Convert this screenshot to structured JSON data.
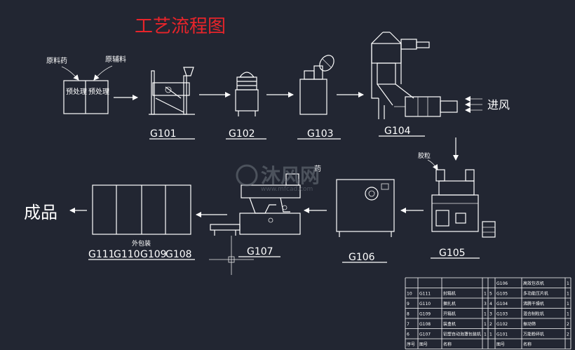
{
  "title": "工艺流程图",
  "colors": {
    "background": "#222632",
    "line": "#ffffff",
    "title": "#e8242a",
    "watermark": "#6f7680"
  },
  "inputs": {
    "raw_material_a": "原料药",
    "raw_material_b": "原辅料"
  },
  "pretreat": {
    "left": "预处理",
    "right": "预处理"
  },
  "equipment": {
    "g101": "G101",
    "g102": "G102",
    "g103": "G103",
    "g104": "G104",
    "g105": "G105",
    "g106": "G106",
    "g107": "G107",
    "g108": "G108",
    "g109": "G109",
    "g110": "G110",
    "g111": "G111"
  },
  "air_inlet": "进风",
  "g105_note": "胶粒",
  "g107_note": "药",
  "outer_pack_label": "外包装",
  "product": "成品",
  "watermark": {
    "main": "沐风网",
    "url": "www.mfcad.com"
  },
  "table": {
    "rows": [
      {
        "no": "",
        "code": "",
        "name": "",
        "qty": "",
        "no2": "",
        "code2": "G106",
        "name2": "高效包衣机",
        "qty2": "1"
      },
      {
        "no": "10",
        "code": "G111",
        "name": "封箱机",
        "qty": "1",
        "no2": "5",
        "code2": "G105",
        "name2": "多功能压片机",
        "qty2": "1"
      },
      {
        "no": "9",
        "code": "G110",
        "name": "捆扎机",
        "qty": "3",
        "no2": "4",
        "code2": "G104",
        "name2": "沸腾干燥机",
        "qty2": "1"
      },
      {
        "no": "8",
        "code": "G109",
        "name": "开箱机",
        "qty": "1",
        "no2": "3",
        "code2": "G103",
        "name2": "混合制粒机",
        "qty2": "1"
      },
      {
        "no": "7",
        "code": "G108",
        "name": "装盒机",
        "qty": "1",
        "no2": "2",
        "code2": "G102",
        "name2": "振动筛",
        "qty2": "2"
      },
      {
        "no": "6",
        "code": "G107",
        "name": "铝塑自动泡罩包装机",
        "qty": "1",
        "no2": "1",
        "code2": "G101",
        "name2": "万能粉碎机",
        "qty2": "2"
      },
      {
        "no": "序号",
        "code": "图号",
        "name": "名称",
        "qty": "",
        "no2": "",
        "code2": "图号",
        "name2": "名称",
        "qty2": ""
      }
    ]
  }
}
